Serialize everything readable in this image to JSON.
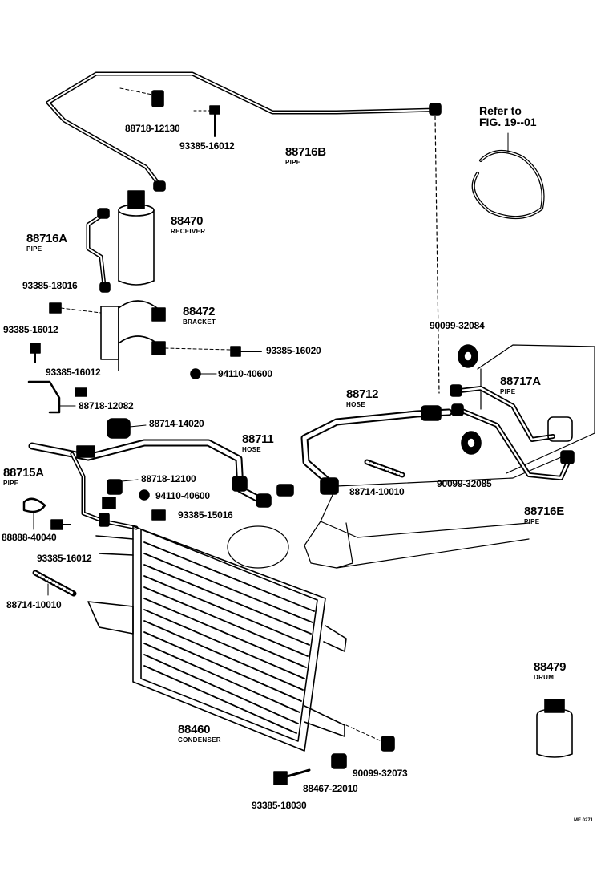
{
  "reference": {
    "line1": "Refer to",
    "line2": "FIG. 19--01"
  },
  "parts": {
    "pipe_88716B": {
      "number": "88716B",
      "name": "PIPE"
    },
    "clamp_88718_12130": {
      "number": "88718-12130"
    },
    "bolt_93385_16012_top": {
      "number": "93385-16012"
    },
    "receiver_88470": {
      "number": "88470",
      "name": "RECEIVER"
    },
    "pipe_88716A": {
      "number": "88716A",
      "name": "PIPE"
    },
    "bolt_93385_18016": {
      "number": "93385-18016"
    },
    "bracket_88472": {
      "number": "88472",
      "name": "BRACKET"
    },
    "bolt_93385_16012_left": {
      "number": "93385-16012"
    },
    "bolt_93385_16020": {
      "number": "93385-16020"
    },
    "bolt_93385_16012_mid": {
      "number": "93385-16012"
    },
    "nut_94110_40600_top": {
      "number": "94110-40600"
    },
    "clamp_88718_12082": {
      "number": "88718-12082"
    },
    "clamp_88714_14020": {
      "number": "88714-14020"
    },
    "hose_88711": {
      "number": "88711",
      "name": "HOSE"
    },
    "pipe_88715A": {
      "number": "88715A",
      "name": "PIPE"
    },
    "clamp_88718_12100": {
      "number": "88718-12100"
    },
    "nut_94110_40600_low": {
      "number": "94110-40600"
    },
    "bolt_93385_15016": {
      "number": "93385-15016"
    },
    "clip_88888_40040": {
      "number": "88888-40040"
    },
    "bolt_93385_16012_low": {
      "number": "93385-16012"
    },
    "clamp_88714_10010_left": {
      "number": "88714-10010"
    },
    "hose_88712": {
      "number": "88712",
      "name": "HOSE"
    },
    "clamp_88714_10010_right": {
      "number": "88714-10010"
    },
    "oring_90099_32084": {
      "number": "90099-32084"
    },
    "pipe_88717A": {
      "number": "88717A",
      "name": "PIPE"
    },
    "oring_90099_32085": {
      "number": "90099-32085"
    },
    "pipe_88716E": {
      "number": "88716E",
      "name": "PIPE"
    },
    "drum_88479": {
      "number": "88479",
      "name": "DRUM"
    },
    "condenser_88460": {
      "number": "88460",
      "name": "CONDENSER"
    },
    "oring_90099_32073": {
      "number": "90099-32073"
    },
    "cushion_88467_22010": {
      "number": "88467-22010"
    },
    "bolt_93385_18030": {
      "number": "93385-18030"
    }
  },
  "figure_code": "ME 0271"
}
